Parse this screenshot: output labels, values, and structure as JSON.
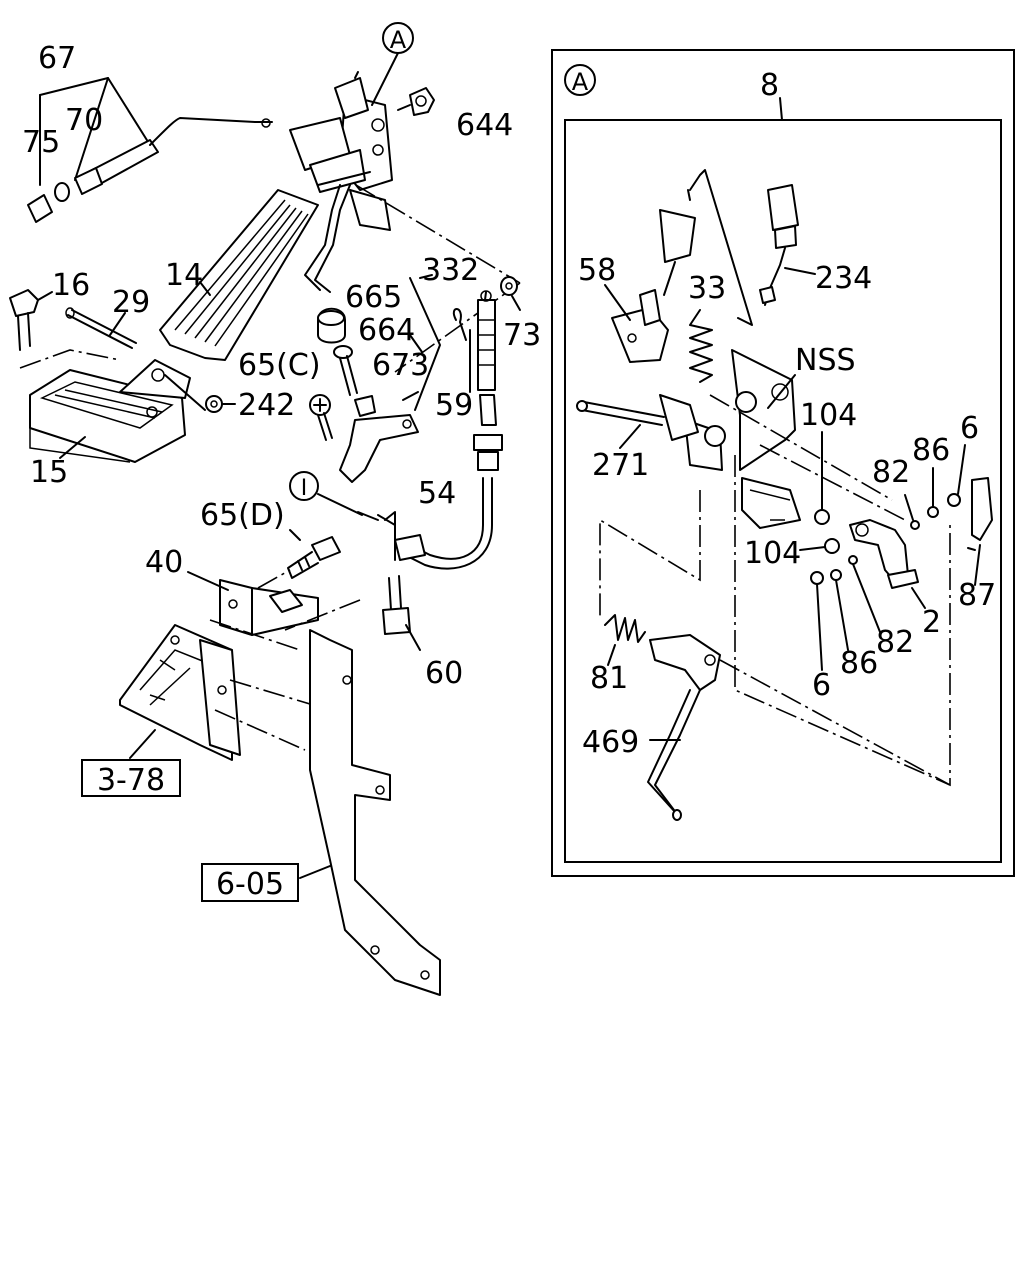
{
  "diagram": {
    "callouts": {
      "c67": "67",
      "c70": "70",
      "c75": "75",
      "c644": "644",
      "c16": "16",
      "c29": "29",
      "c14": "14",
      "c15": "15",
      "c242": "242",
      "c665": "665",
      "c332": "332",
      "c664": "664",
      "c73": "73",
      "c65c": "65(C)",
      "c673": "673",
      "c59": "59",
      "c54": "54",
      "c65d": "65(D)",
      "c40": "40",
      "c60": "60",
      "c8": "8",
      "c58": "58",
      "c33": "33",
      "c234": "234",
      "cnss": "NSS",
      "c104a": "104",
      "c104b": "104",
      "c271": "271",
      "c82a": "82",
      "c86a": "86",
      "c6a": "6",
      "c87": "87",
      "c2": "2",
      "c82b": "82",
      "c86b": "86",
      "c6b": "6",
      "c81": "81",
      "c469": "469"
    },
    "ref_boxes": {
      "r378": "3-78",
      "r605": "6-05"
    },
    "markers": {
      "a_main": "A",
      "a_detail": "A",
      "i_main": "I"
    }
  }
}
